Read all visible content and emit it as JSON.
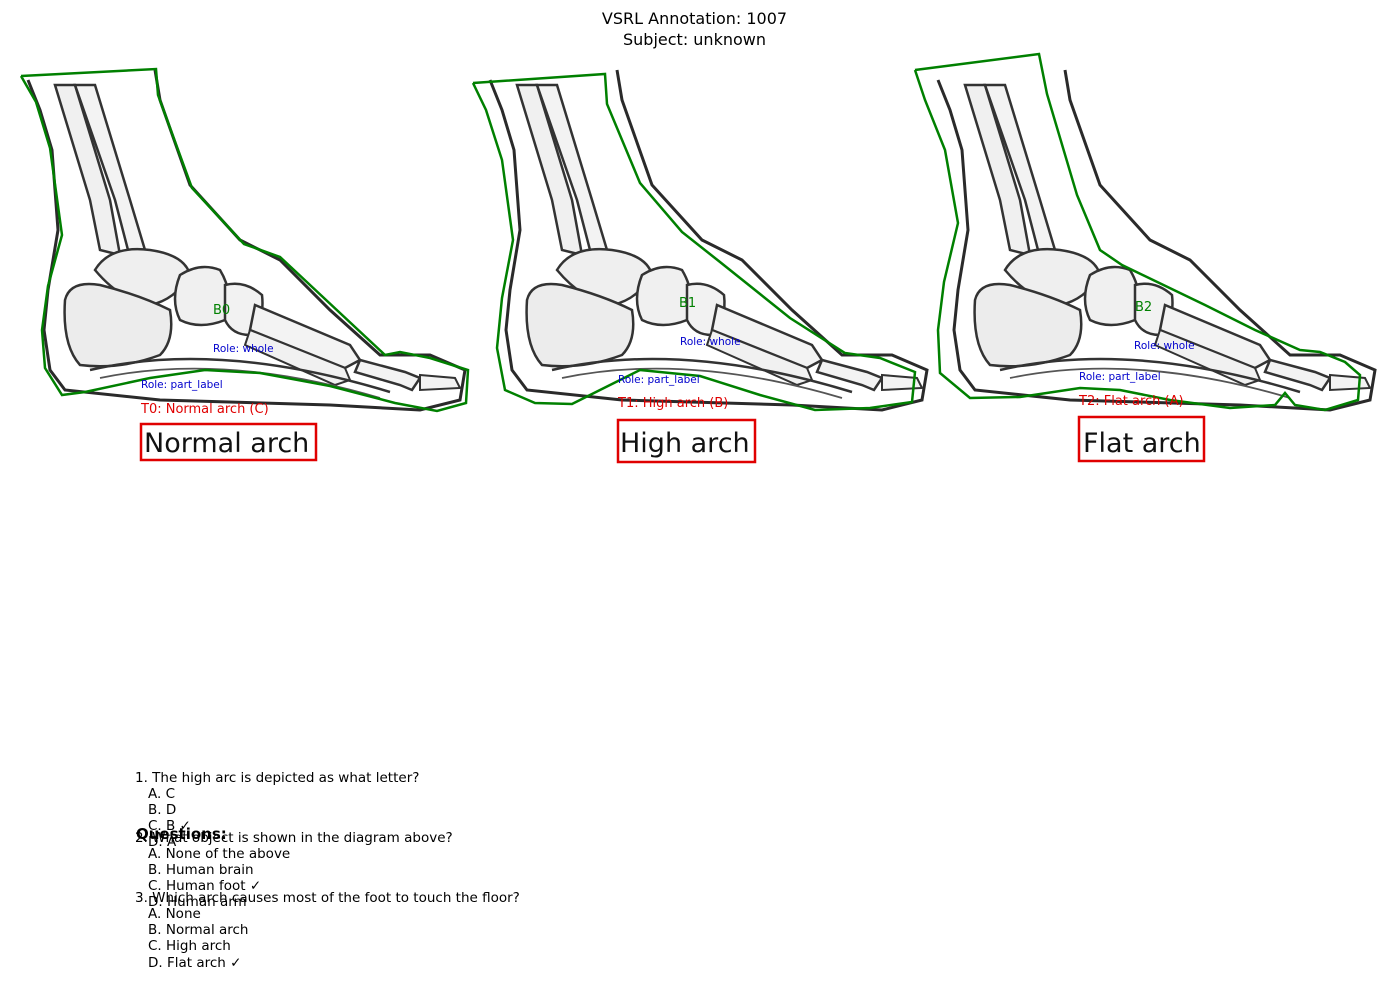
{
  "header": {
    "line1": "VSRL Annotation: 1007",
    "line2": "Subject: unknown"
  },
  "colors": {
    "outline": "#008000",
    "text_box": "#e00000",
    "role_text": "#0000cc",
    "bone_fill": "#f0f0f0",
    "bone_stroke": "#333333"
  },
  "panels": [
    {
      "blob_label": "B0",
      "role_whole": "Role: whole",
      "role_part": "Role: part_label",
      "text_label": "T0: Normal arch (C)",
      "caption": "Normal arch"
    },
    {
      "blob_label": "B1",
      "role_whole": "Role: whole",
      "role_part": "Role: part_label",
      "text_label": "T1: High arch (B)",
      "caption": "High arch"
    },
    {
      "blob_label": "B2",
      "role_whole": "Role: whole",
      "role_part": "Role: part_label",
      "text_label": "T2: Flat arch (A)",
      "caption": "Flat arch"
    }
  ],
  "questions_heading": "Questions:",
  "questions": [
    {
      "q": "1. The high arc is depicted as what letter?",
      "options": [
        "A. C",
        "B. D",
        "C. B ✓",
        "D. A"
      ]
    },
    {
      "q": "2. What object is shown in the diagram above?",
      "options": [
        "A. None of the above",
        "B. Human brain",
        "C. Human foot ✓",
        "D. Human arm"
      ]
    },
    {
      "q": "3. Which arch causes most of the foot to touch the floor?",
      "options": [
        "A. None",
        "B. Normal arch",
        "C. High arch",
        "D. Flat arch ✓"
      ]
    }
  ]
}
